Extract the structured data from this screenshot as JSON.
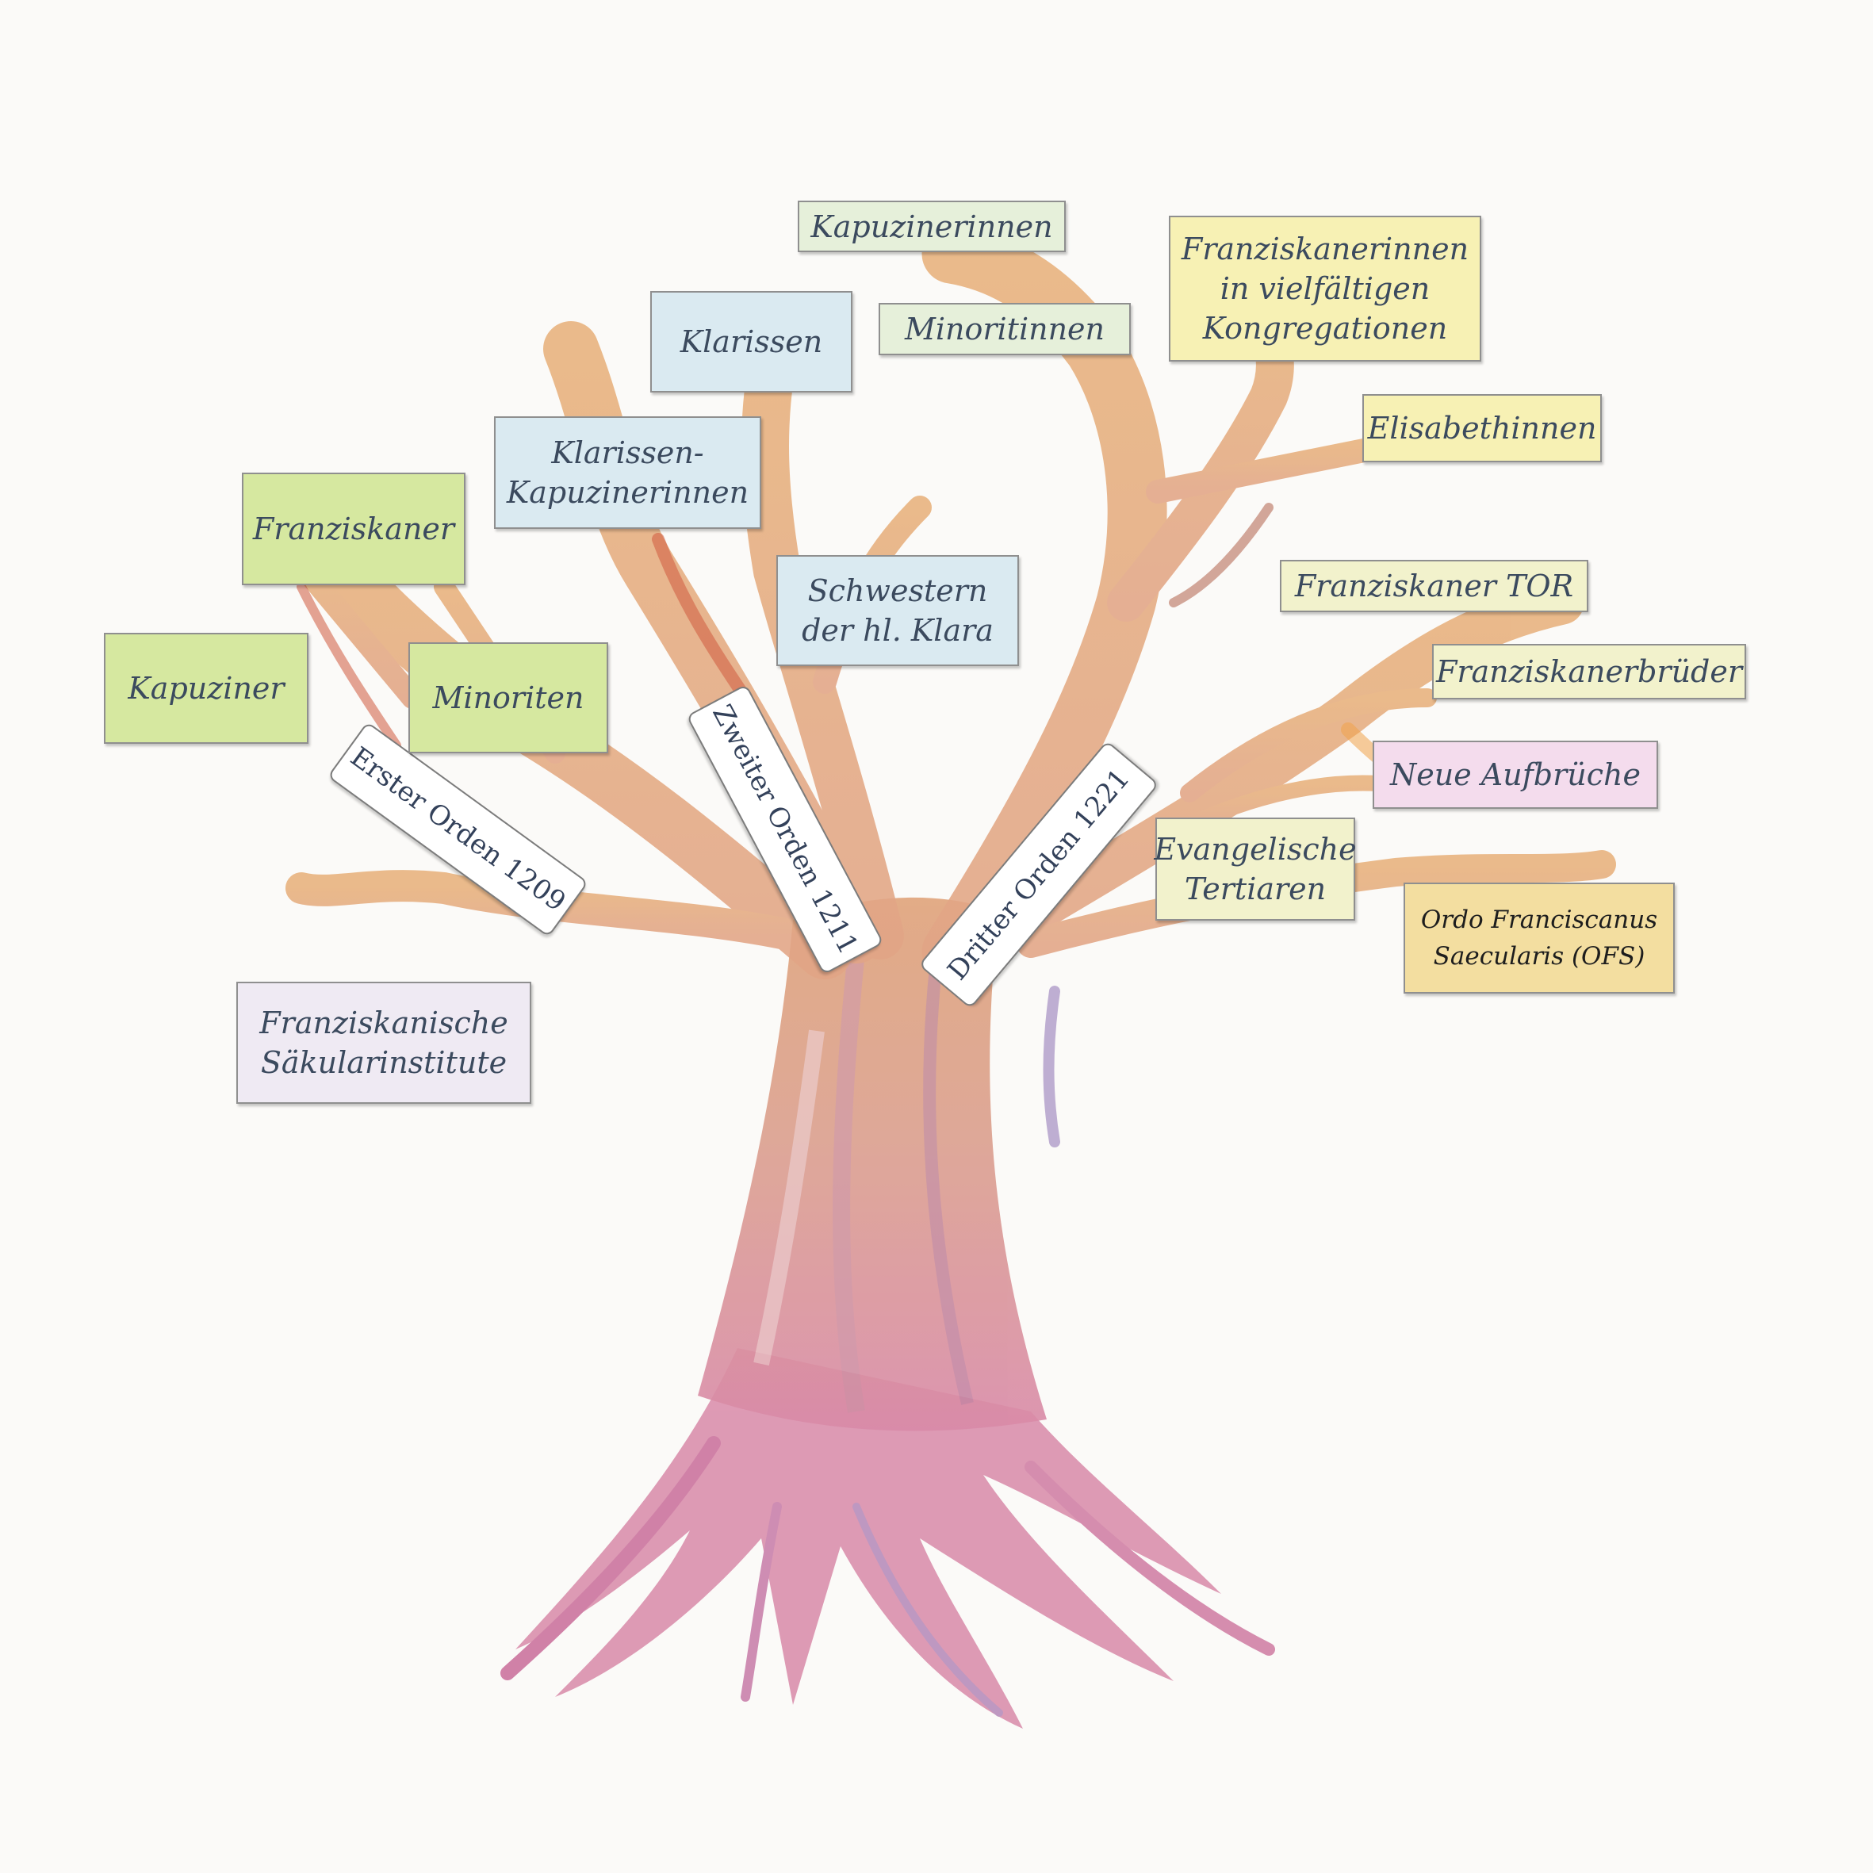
{
  "colors": {
    "green": "#d6e8a0",
    "pale_green": "#e6f0da",
    "blue": "#daeaf1",
    "yellow": "#f7f1b4",
    "pale_yellow": "#f2f2cc",
    "pink": "#f4dced",
    "lavender": "#efeaf3",
    "ochre": "#f3dea0",
    "white": "#ffffff"
  },
  "first_order": {
    "title": "Erster Orden 1209",
    "branches": [
      "Franziskaner",
      "Kapuziner",
      "Minoriten"
    ],
    "secular": "Franziskanische\nSäkularinstitute"
  },
  "second_order": {
    "title": "Zweiter Orden 1211",
    "branches": [
      "Kapuzinerinnen",
      "Klarissen",
      "Minoritinnen",
      "Klarissen-\nKapuzinerinnen",
      "Schwestern\nder hl. Klara"
    ]
  },
  "third_order": {
    "title": "Dritter Orden 1221",
    "branches": [
      "Franziskanerinnen\nin vielfältigen\nKongregationen",
      "Elisabethinnen",
      "Franziskaner TOR",
      "Franziskanerbrüder",
      "Neue Aufbrüche",
      "Evangelische\nTertiaren",
      "Ordo Franciscanus\nSaecularis (OFS)"
    ]
  }
}
